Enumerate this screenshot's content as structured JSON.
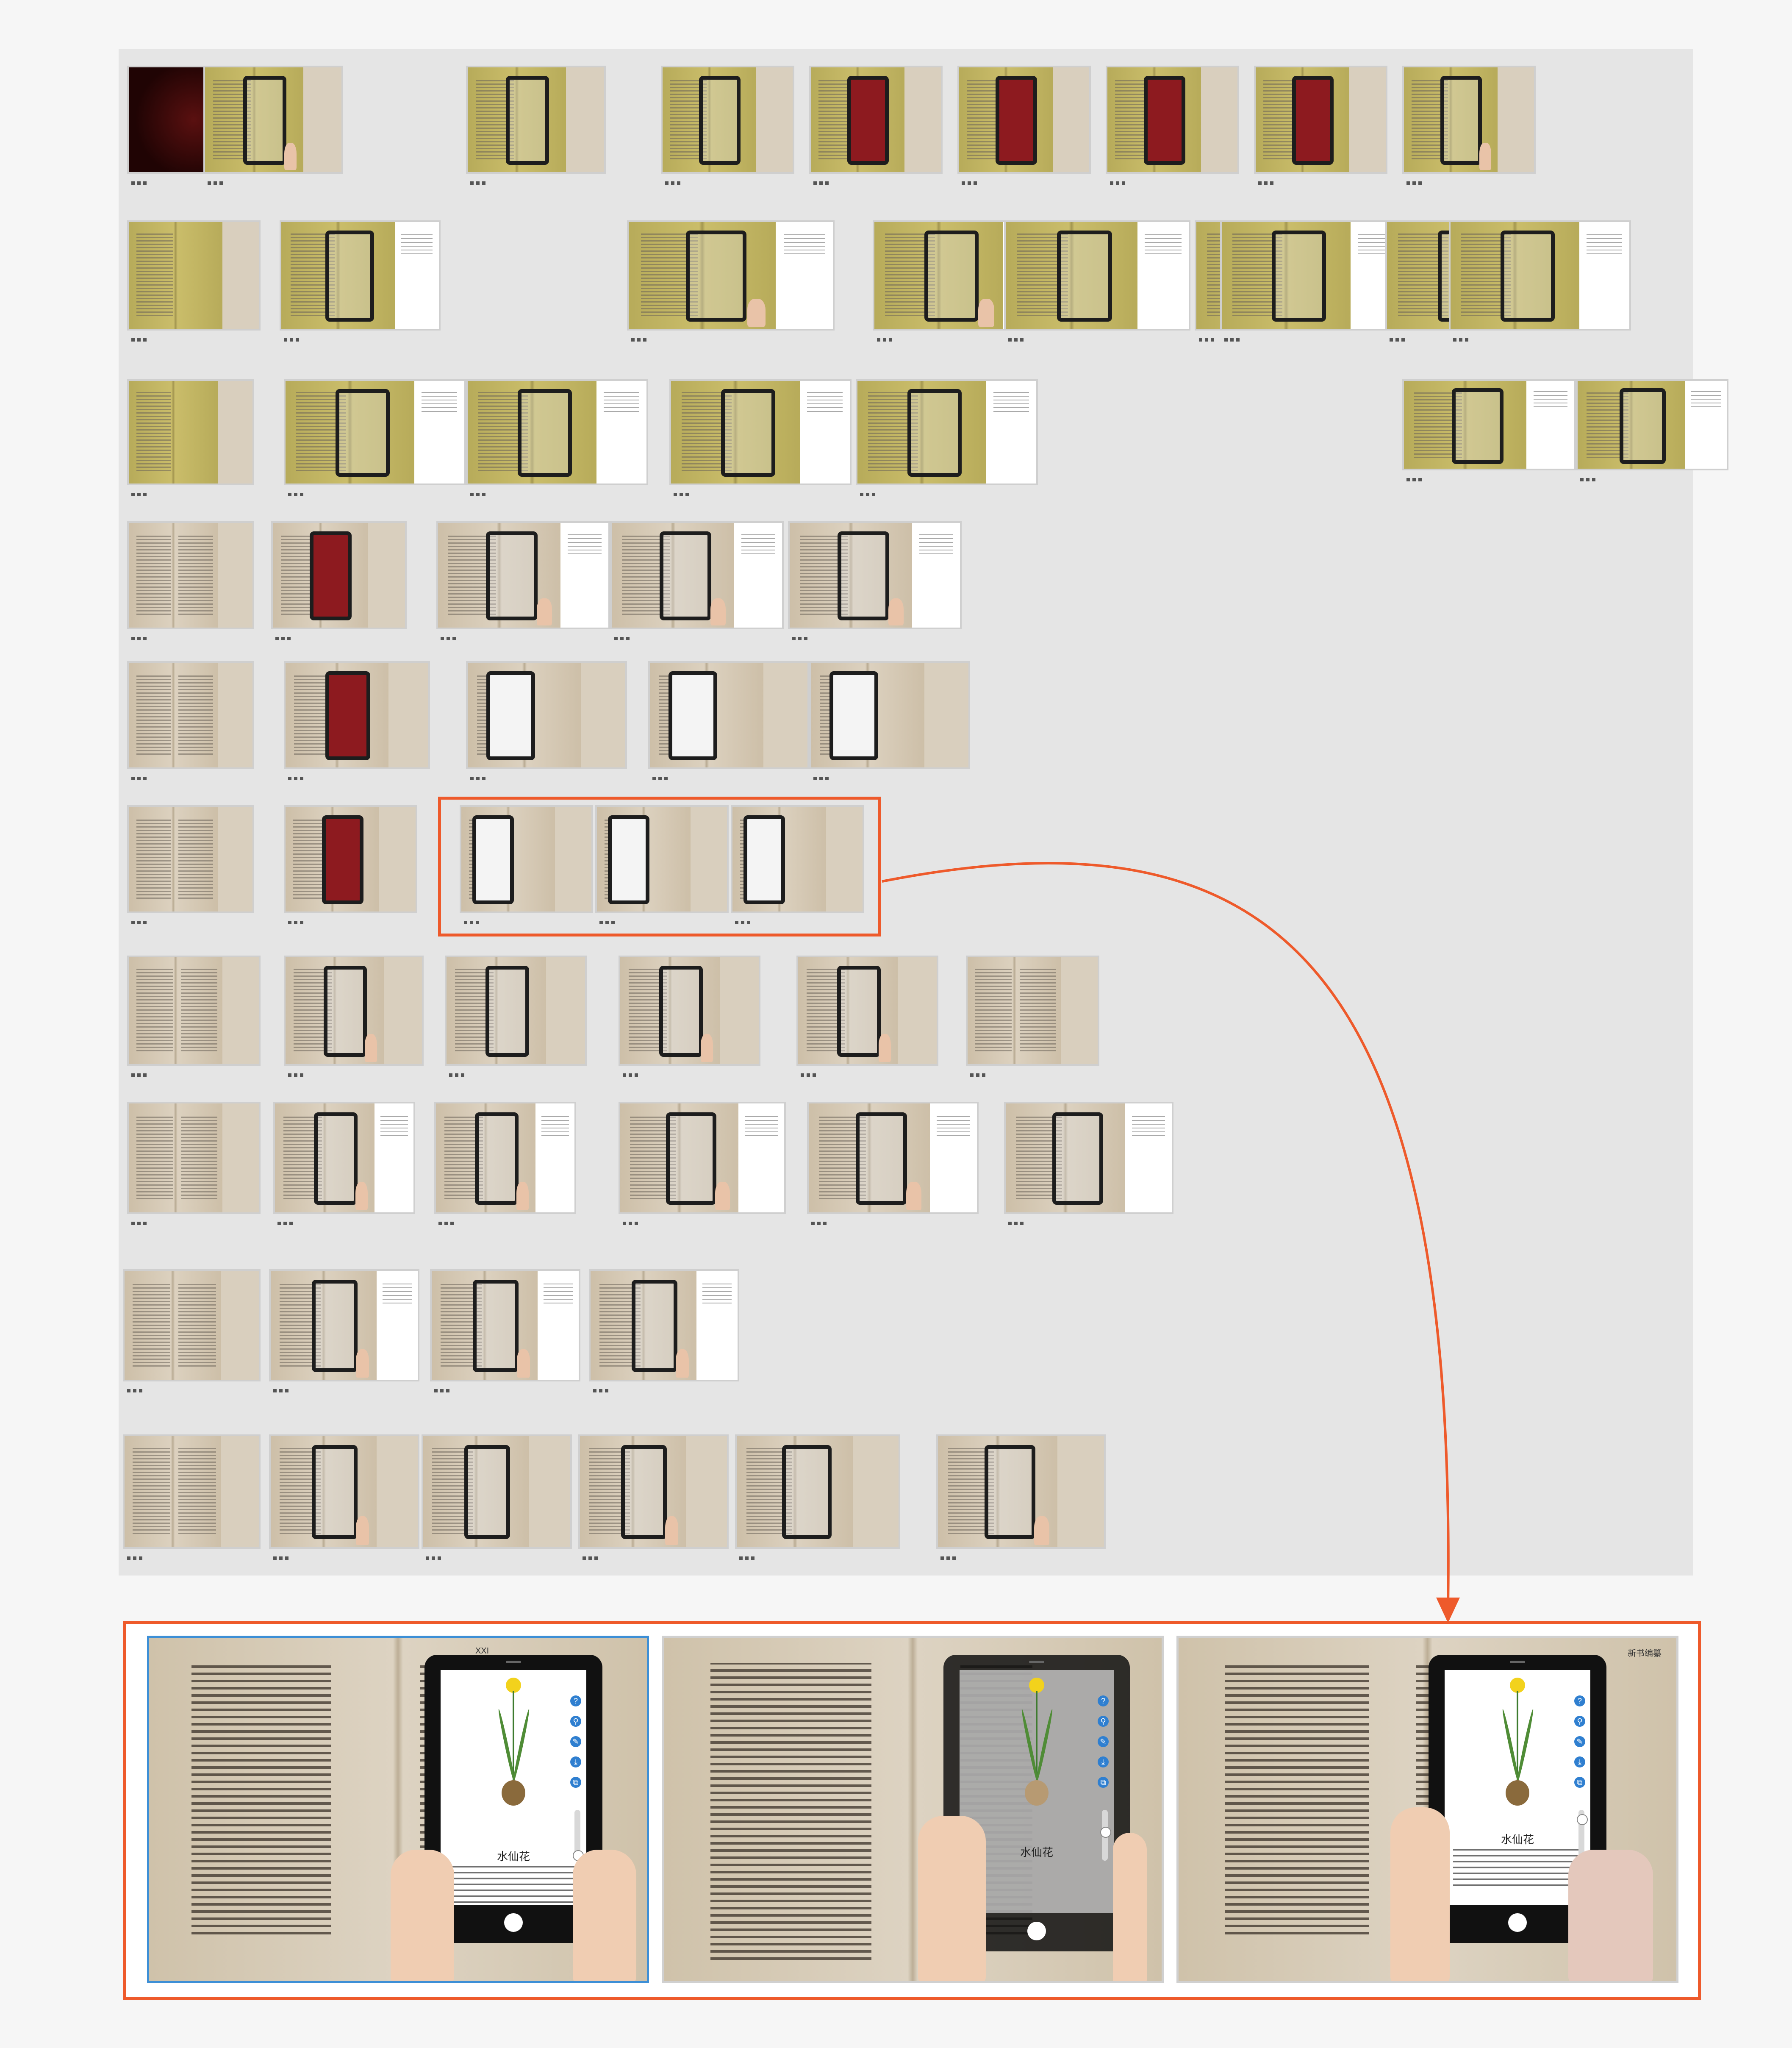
{
  "colors": {
    "highlight": "#ee5a2b",
    "selected_frame": "#3d8fd6",
    "board": "#e5e5e5",
    "page_background": "#f6f6f6",
    "tool_button": "#2f7fd0"
  },
  "storyboard": {
    "rows": 11,
    "frames_in_highlight": 3
  },
  "zoom_panel": {
    "frames": [
      {
        "caption": "水仙花",
        "selected": true,
        "header": "XXI"
      },
      {
        "caption": "水仙花",
        "selected": false,
        "header": ""
      },
      {
        "caption": "水仙花",
        "selected": false,
        "header": "新书编纂"
      }
    ],
    "toolbar_icons": [
      "question-icon",
      "magnifier-icon",
      "pen-icon",
      "download-icon",
      "share-icon"
    ],
    "tool_glyphs": [
      "?",
      "⚲",
      "✎",
      "⤓",
      "⧉"
    ]
  }
}
